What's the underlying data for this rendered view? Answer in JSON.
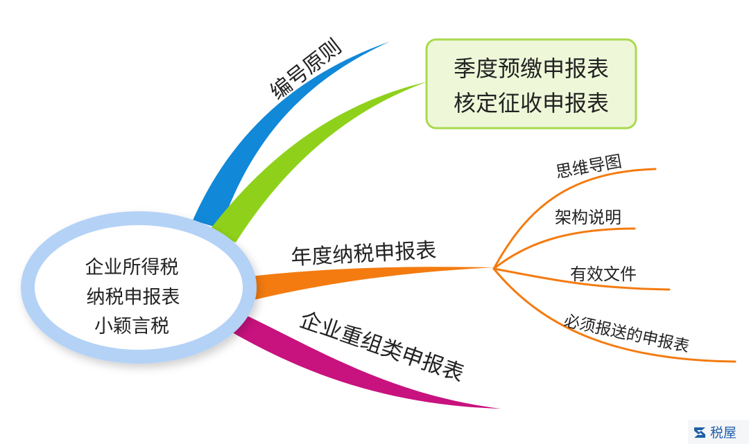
{
  "central": {
    "lines": [
      "企业所得税",
      "纳税申报表",
      "小颖言税"
    ]
  },
  "branches": {
    "numbering": {
      "label": "编号原则",
      "color": "#1188d8"
    },
    "quarterly": {
      "lines": [
        "季度预缴申报表",
        "核定征收申报表"
      ],
      "color": "#8fd11a"
    },
    "annual": {
      "label": "年度纳税申报表",
      "color": "#f47b10",
      "children": [
        "思维导图",
        "架构说明",
        "有效文件",
        "必须报送的申报表"
      ]
    },
    "restructuring": {
      "label": "企业重组类申报表",
      "color": "#c8127e"
    }
  },
  "watermark": {
    "text": "税屋"
  }
}
